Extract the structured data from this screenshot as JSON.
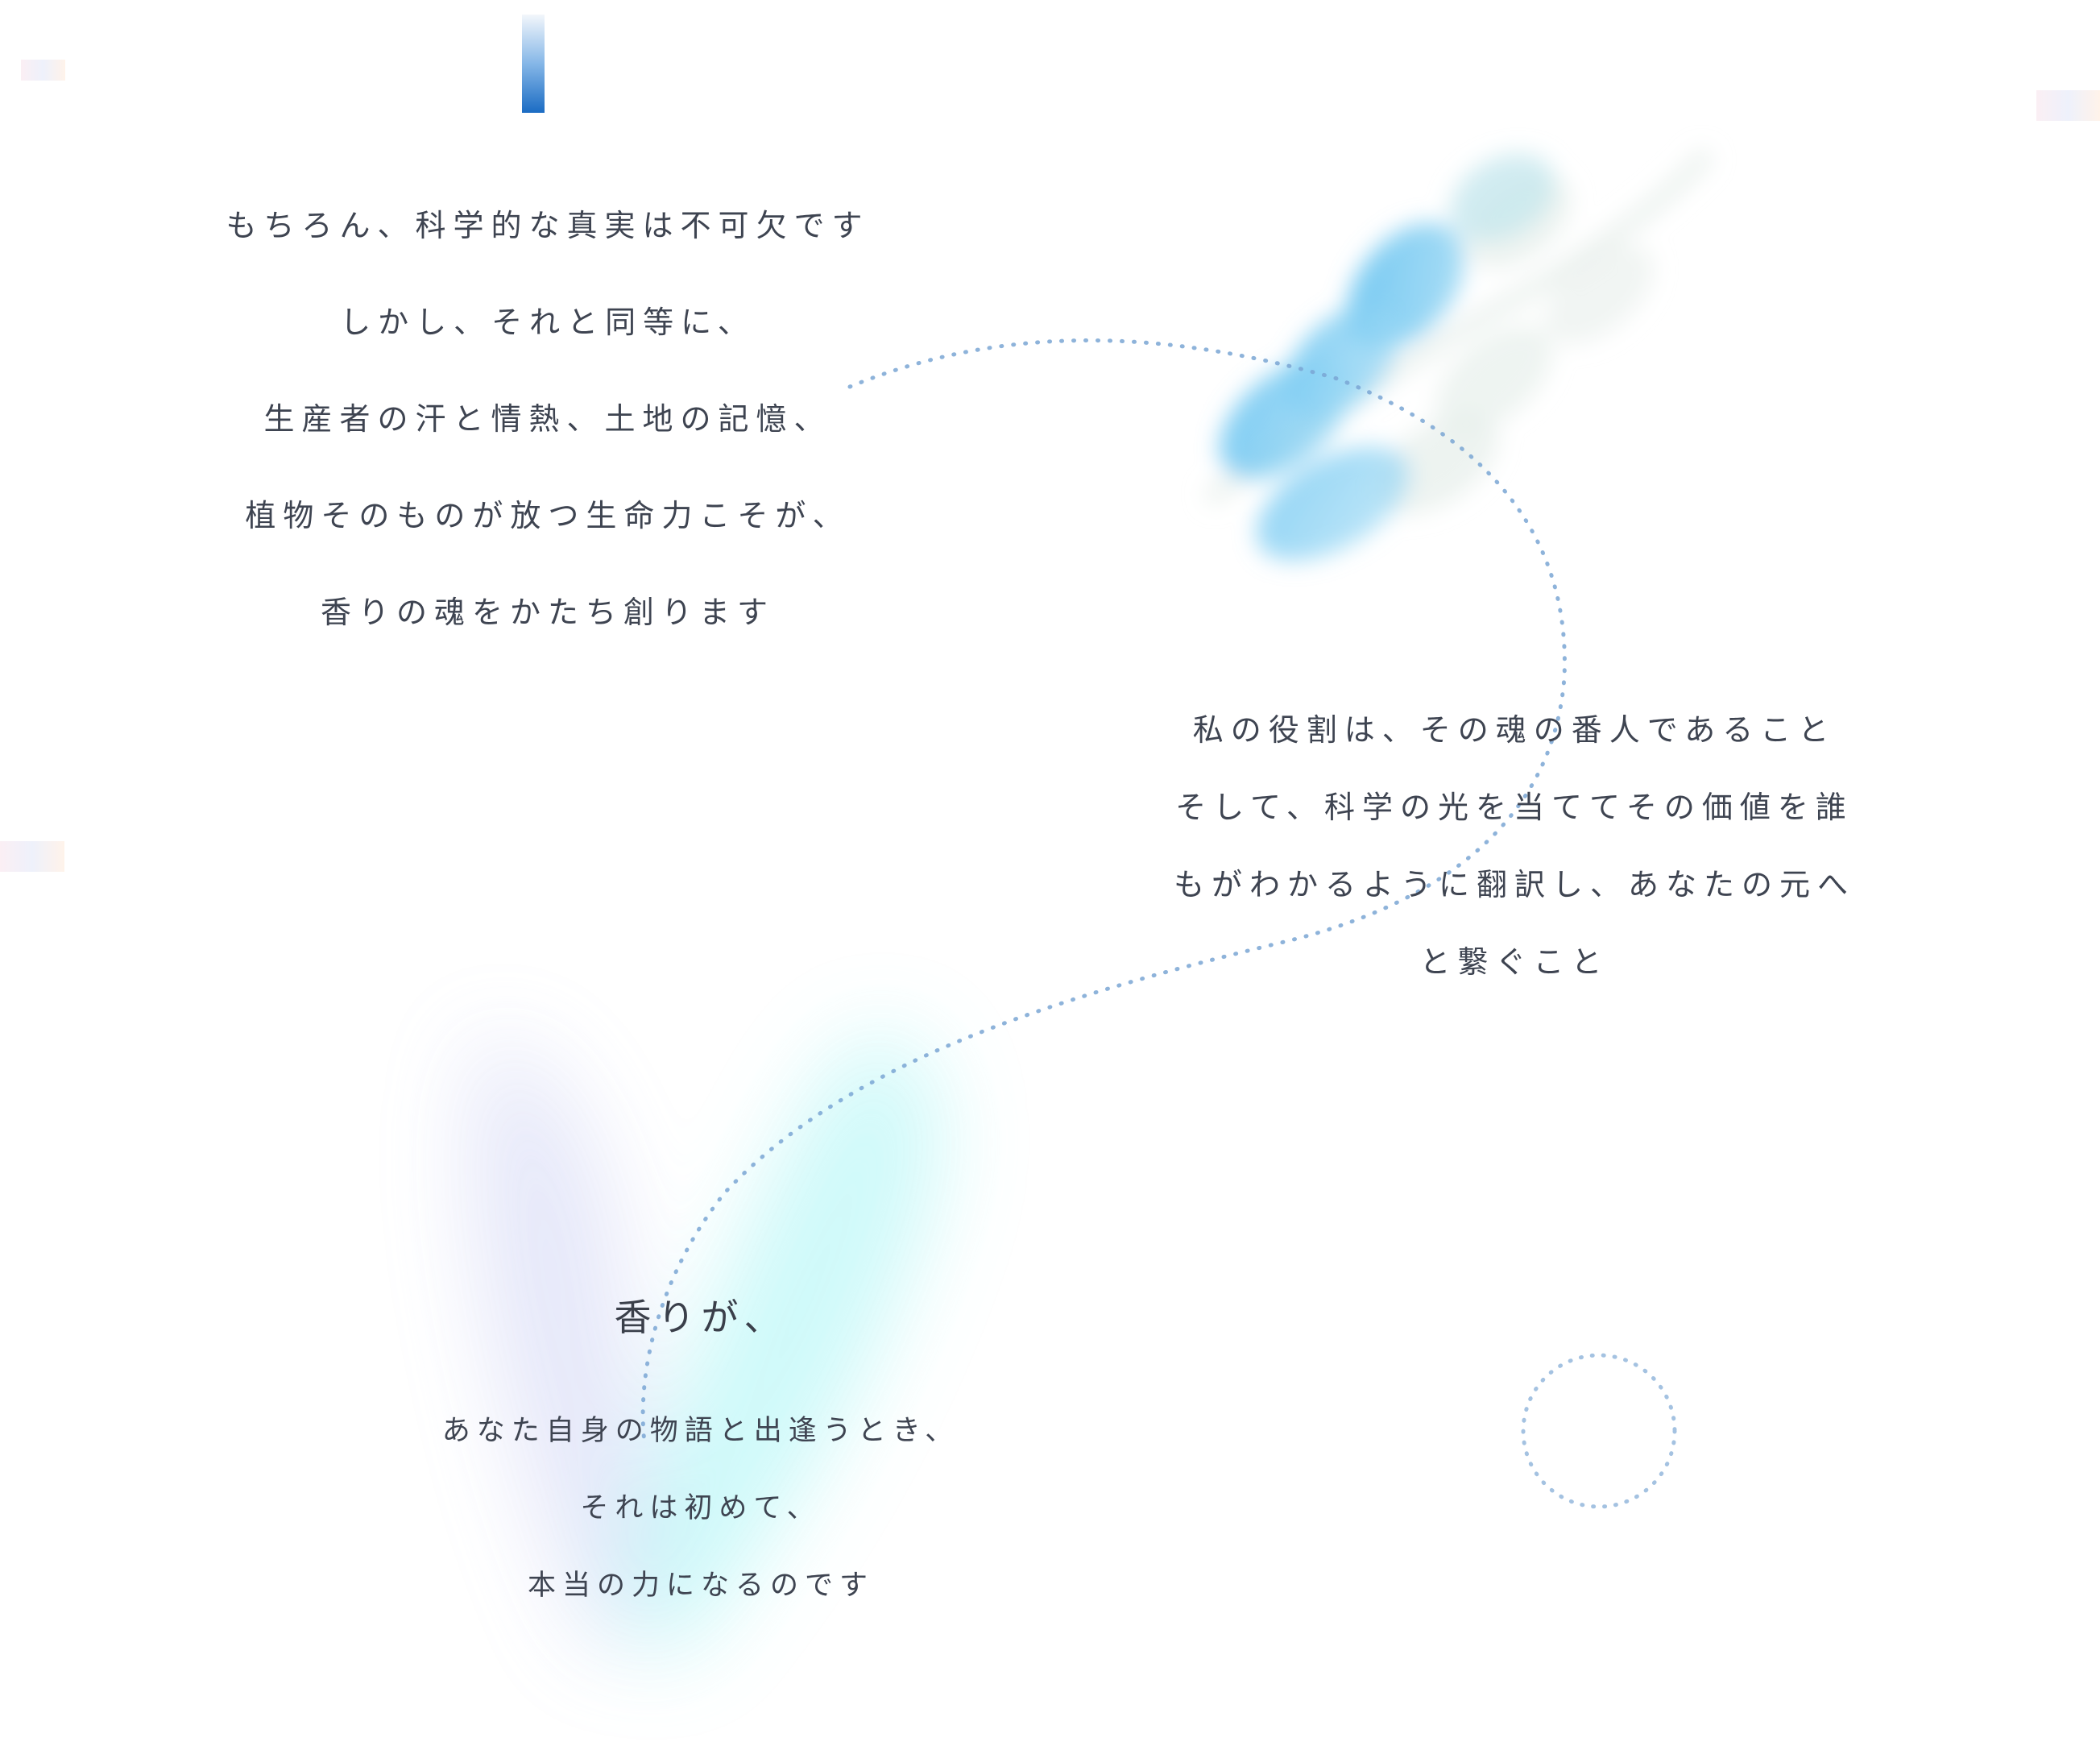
{
  "colors": {
    "text": "#3e4451",
    "dotted_path": "#7aa6d4",
    "leaf_blue": "#6fc7f0",
    "leaf_sage": "#dfe9e4",
    "glow_cyan": "#9ff3f3",
    "glow_lavender": "#c9cdf3",
    "accent_square": "#1f73c9"
  },
  "intro": {
    "lines": [
      "もちろん、科学的な真実は不可欠です",
      "しかし、それと同等に、",
      "生産者の汗と情熱、土地の記憶、",
      "植物そのものが放つ生命力こそが、",
      "香りの魂をかたち創ります"
    ]
  },
  "role": {
    "lines": [
      "私の役割は、その魂の番人であること",
      "そして、科学の光を当ててその価値を誰",
      "もがわかるように翻訳し、あなたの元へ",
      "と繋ぐこと"
    ]
  },
  "closing": {
    "heading": "香りが、",
    "lines": [
      "あなた自身の物語と出逢うとき、",
      "それは初めて、",
      "本当の力になるのです"
    ]
  }
}
